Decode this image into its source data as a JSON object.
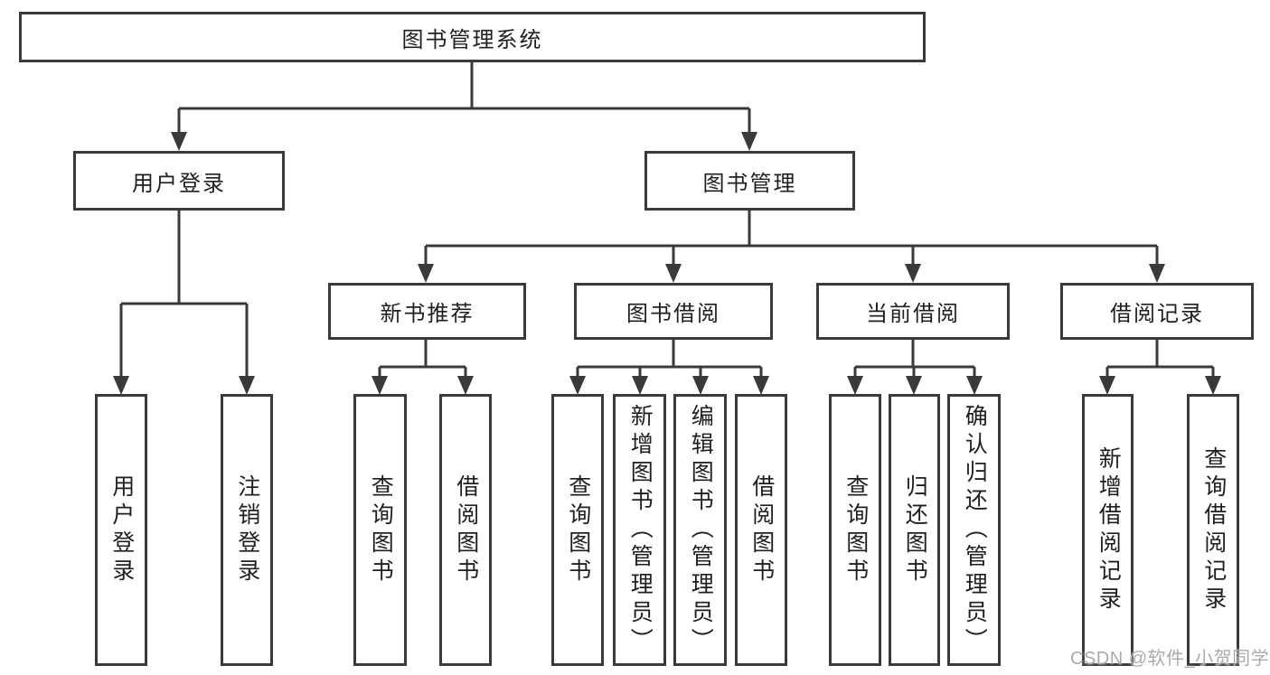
{
  "tree": {
    "root": {
      "label": "图书管理系统"
    },
    "user_login": {
      "label": "用户登录",
      "leaves": [
        {
          "label": "用户登录"
        },
        {
          "label": "注销登录"
        }
      ]
    },
    "book_management": {
      "label": "图书管理",
      "groups": [
        {
          "label": "新书推荐",
          "leaves": [
            {
              "label": "查询图书"
            },
            {
              "label": "借阅图书"
            }
          ]
        },
        {
          "label": "图书借阅",
          "leaves": [
            {
              "label": "查询图书"
            },
            {
              "label": "新增图书（管理员）"
            },
            {
              "label": "编辑图书（管理员）"
            },
            {
              "label": "借阅图书"
            }
          ]
        },
        {
          "label": "当前借阅",
          "leaves": [
            {
              "label": "查询图书"
            },
            {
              "label": "归还图书"
            },
            {
              "label": "确认归还（管理员）"
            }
          ]
        },
        {
          "label": "借阅记录",
          "leaves": [
            {
              "label": "新增借阅记录"
            },
            {
              "label": "查询借阅记录"
            }
          ]
        }
      ]
    }
  },
  "watermark": {
    "text": "CSDN @软件_小贺同学"
  },
  "colors": {
    "line": "#3a3a3a",
    "box_border": "#3a3a3a",
    "box_fill": "#ffffff",
    "text": "#1f1f1f",
    "watermark": "#ababab",
    "background": "#ffffff"
  }
}
